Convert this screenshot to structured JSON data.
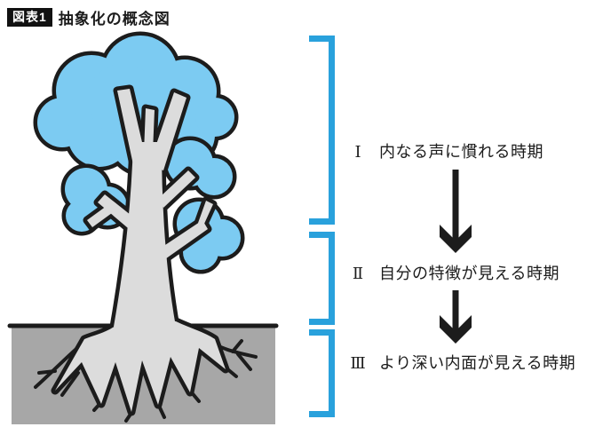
{
  "figure": {
    "badge": "図表1",
    "title": "抽象化の概念図"
  },
  "stages": [
    {
      "numeral": "Ⅰ",
      "label": "内なる声に慣れる時期"
    },
    {
      "numeral": "Ⅱ",
      "label": "自分の特徴が見える時期"
    },
    {
      "numeral": "Ⅲ",
      "label": "より深い内面が見える時期"
    }
  ],
  "illustration": {
    "subject": "tree with visible underground roots",
    "sections": [
      "canopy (above ground)",
      "trunk (surface)",
      "roots (underground)"
    ]
  },
  "colors": {
    "foliage": "#7CCBF2",
    "trunk": "#DCDCDC",
    "ground": "#A7A7A7",
    "outline": "#1C1C1C",
    "bracket": "#29A1DC",
    "text": "#1C1C1C",
    "badge-bg": "#111111",
    "badge-text": "#FFFFFF"
  }
}
